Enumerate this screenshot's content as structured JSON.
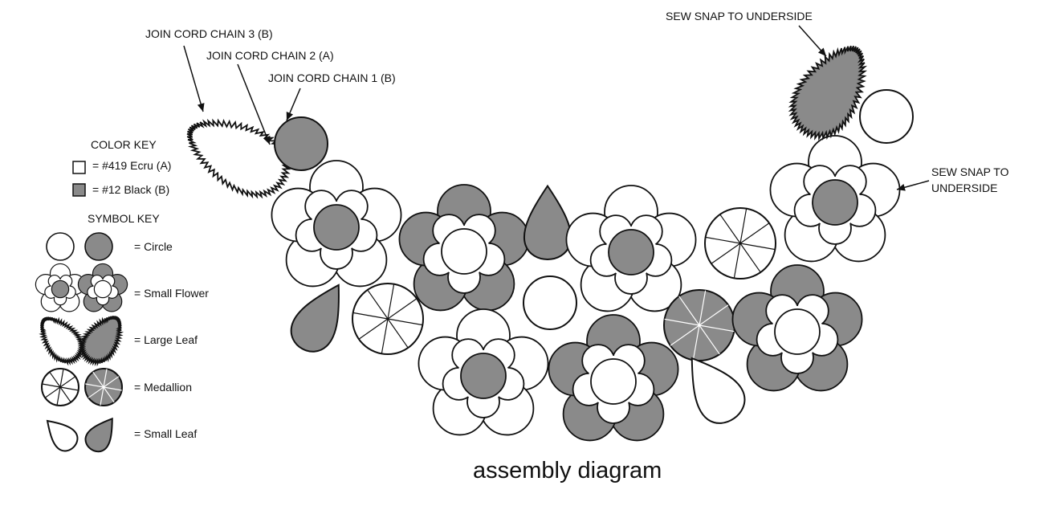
{
  "colors": {
    "ecru": "#ffffff",
    "black": "#8a8a8a",
    "outline": "#111111"
  },
  "annotations": {
    "join_chain_3": "JOIN CORD CHAIN 3 (B)",
    "join_chain_2": "JOIN CORD CHAIN 2 (A)",
    "join_chain_1": "JOIN CORD CHAIN 1 (B)",
    "sew_snap_top": "SEW SNAP TO UNDERSIDE",
    "sew_snap_right_line1": "SEW SNAP TO",
    "sew_snap_right_line2": "UNDERSIDE"
  },
  "color_key": {
    "title": "COLOR KEY",
    "ecru": "= #419 Ecru (A)",
    "black": "= #12 Black (B)"
  },
  "symbol_key": {
    "title": "SYMBOL KEY",
    "circle": "= Circle",
    "small_flower": "= Small Flower",
    "large_leaf": "= Large Leaf",
    "medallion": "= Medallion",
    "small_leaf": "= Small Leaf"
  },
  "caption": "assembly diagram"
}
